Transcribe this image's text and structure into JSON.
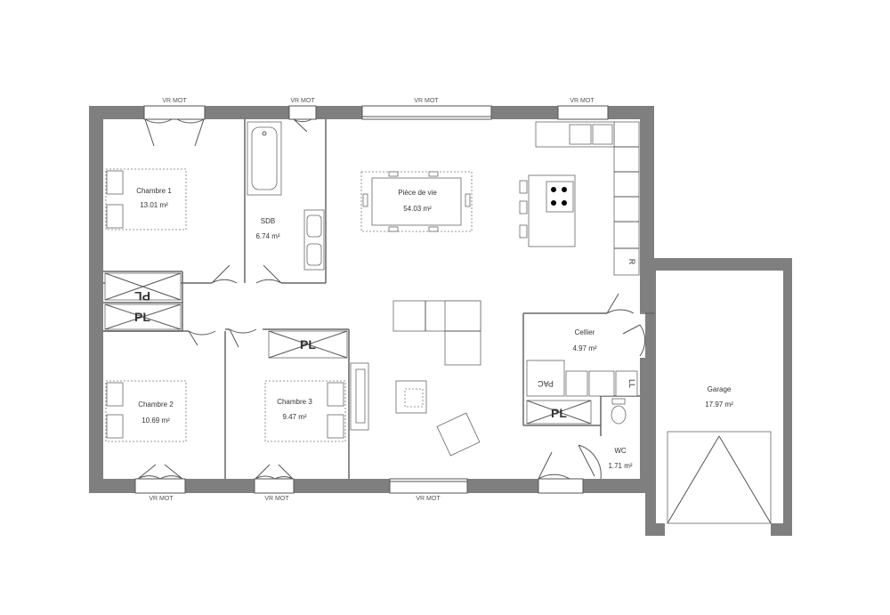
{
  "rooms": {
    "chambre1": {
      "name": "Chambre 1",
      "area": "13.01 m²"
    },
    "sdb": {
      "name": "SDB",
      "area": "6.74 m²"
    },
    "piece_de_vie": {
      "name": "Pièce de vie",
      "area": "54.03 m²"
    },
    "cellier": {
      "name": "Cellier",
      "area": "4.97 m²"
    },
    "chambre2": {
      "name": "Chambre 2",
      "area": "10.69 m²"
    },
    "chambre3": {
      "name": "Chambre 3",
      "area": "9.47 m²"
    },
    "wc": {
      "name": "WC",
      "area": "1.71 m²"
    },
    "garage": {
      "name": "Garage",
      "area": "17.97 m²"
    }
  },
  "window_labels": {
    "top_1": "VR MOT",
    "top_2": "VR MOT",
    "top_3": "VR MOT",
    "top_4": "VR MOT",
    "bottom_1": "VR MOT",
    "bottom_2": "VR MOT",
    "bottom_3": "VR MOT"
  },
  "closets": {
    "pl_1": "PL",
    "pl_2": "PL",
    "pl_3": "PL",
    "pl_4": "PL"
  },
  "appliances": {
    "fridge": "R",
    "pac": "PAC",
    "ll": "LL"
  }
}
